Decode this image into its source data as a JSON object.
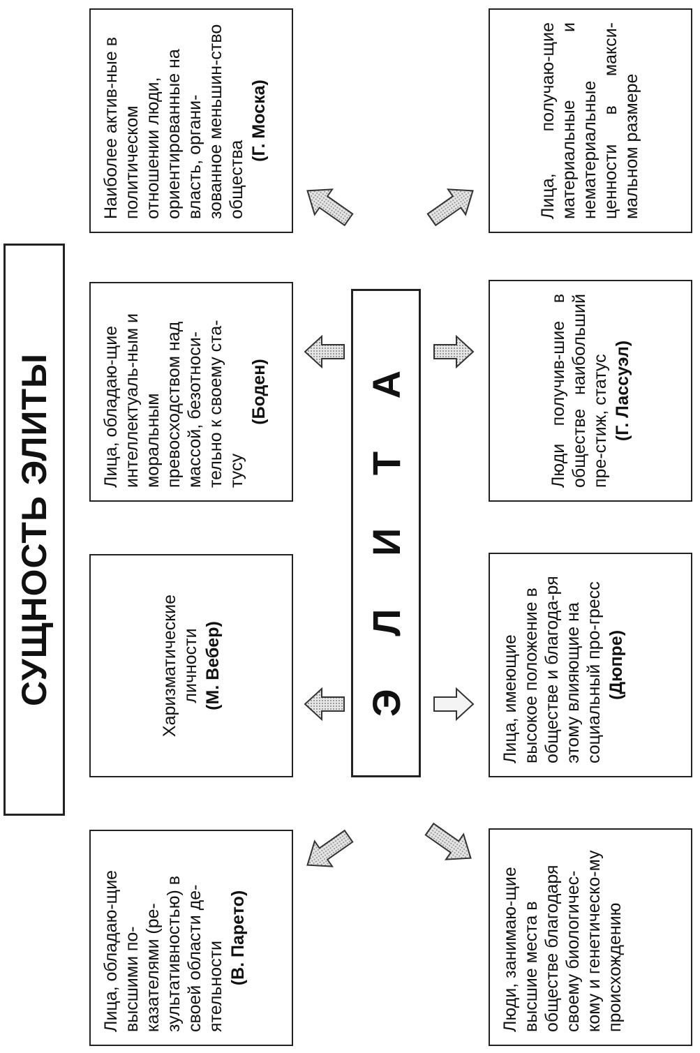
{
  "title": "СУЩНОСТЬ ЭЛИТЫ",
  "center_label": "Э Л И Т А",
  "boxes": [
    {
      "text": "Лица, обладаю-щие высшими по-казателями (ре-зультативностью) в своей области де-ятельности",
      "author": "(В. Парето)"
    },
    {
      "text": "Харизматические личности",
      "author": "(М. Вебер)"
    },
    {
      "text": "Лица, обладаю-щие интеллектуаль-ным и моральным превосходством над массой, безотноси-тельно к своему ста-тусу",
      "author": "(Боден)"
    },
    {
      "text": "Наиболее актив-ные в политическом отношении люди, ориентированные на власть, органи-зованное меньшин-ство общества",
      "author": "(Г. Моска)"
    },
    {
      "text": "Люди, занимаю-щие высшие места в обществе благодаря своему биологичес-кому и генетическо-му происхождению",
      "author": ""
    },
    {
      "text": "Лица, имеющие высокое положение в обществе и благода-ря этому влияющие на социальный про-гресс",
      "author": "(Дюпре)"
    },
    {
      "text": "Люди получив-шие в обществе наибольший пре-стиж, статус",
      "author": "(Г. Лассуэл)"
    },
    {
      "text": "Лица, получаю-щие материальные и нематериальные ценности в макси-мальном размере",
      "author": ""
    }
  ],
  "colors": {
    "arrow_fill": "#d8d8d8",
    "border": "#222222"
  }
}
